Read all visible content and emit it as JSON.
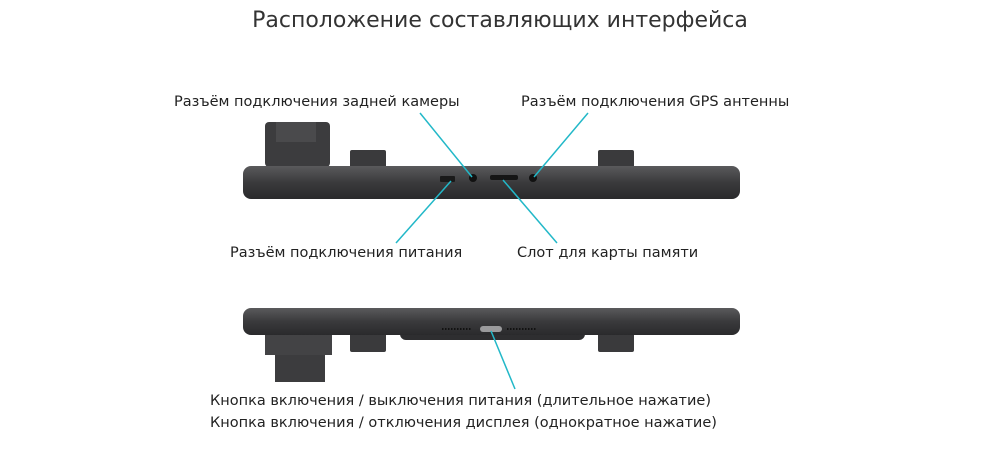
{
  "title": "Расположение составляющих интерфейса",
  "labels": {
    "rear_camera": "Разъём подключения задней камеры",
    "gps": "Разъём подключения GPS антенны",
    "power": "Разъём подключения питания",
    "sd_slot": "Слот для карты памяти",
    "power_button_line1": "Кнопка включения / выключения питания (длительное нажатие)",
    "power_button_line2": "Кнопка включения / отключения дисплея (однократное нажатие)"
  },
  "colors": {
    "leader": "#22b8c8",
    "device": "#3a3a3c"
  }
}
